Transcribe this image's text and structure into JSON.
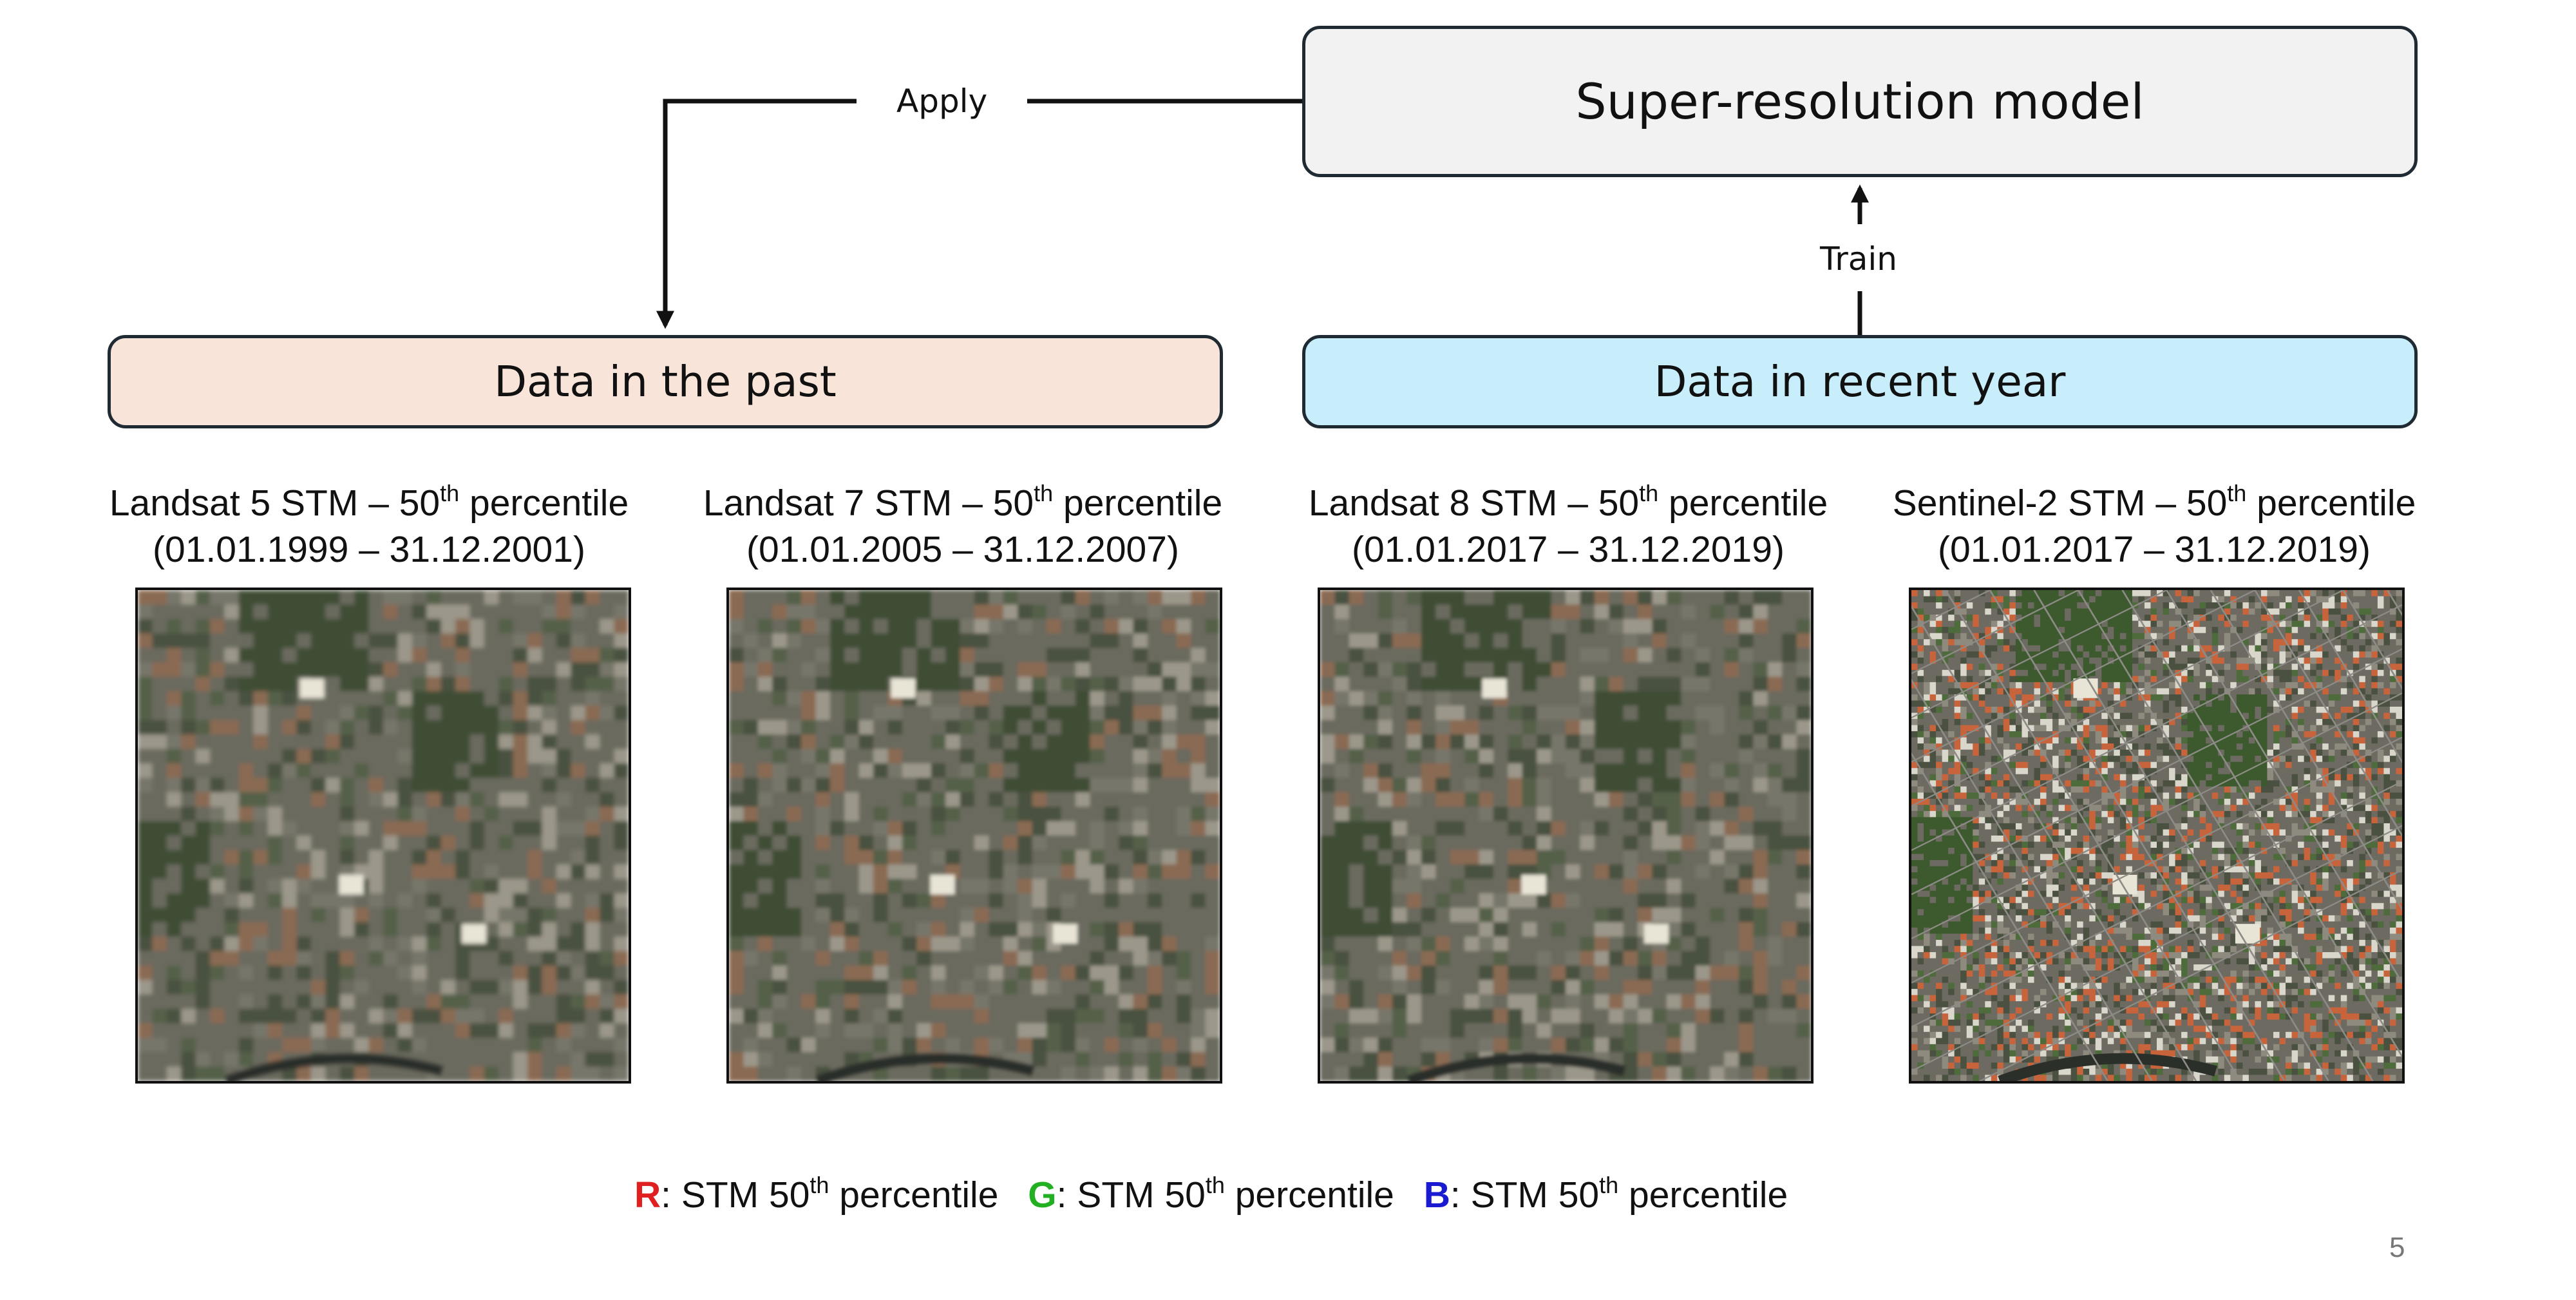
{
  "diagram": {
    "model_label": "Super-resolution model",
    "past_label": "Data in the past",
    "recent_label": "Data in recent year",
    "apply_label": "Apply",
    "train_label": "Train"
  },
  "panels": [
    {
      "title_pre": "Landsat 5 STM – 50",
      "title_sup": "th",
      "title_post": " percentile",
      "dates": "(01.01.1999 – 31.12.2001)"
    },
    {
      "title_pre": "Landsat 7 STM – 50",
      "title_sup": "th",
      "title_post": " percentile",
      "dates": "(01.01.2005 – 31.12.2007)"
    },
    {
      "title_pre": "Landsat 8 STM – 50",
      "title_sup": "th",
      "title_post": " percentile",
      "dates": "(01.01.2017 – 31.12.2019)"
    },
    {
      "title_pre": "Sentinel-2 STM – 50",
      "title_sup": "th",
      "title_post": " percentile",
      "dates": "(01.01.2017 – 31.12.2019)"
    }
  ],
  "legend": [
    {
      "channel": "R",
      "color": "#e02020",
      "pre": ": STM 50",
      "sup": "th",
      "post": " percentile"
    },
    {
      "channel": "G",
      "color": "#22b022",
      "pre": ": STM 50",
      "sup": "th",
      "post": " percentile"
    },
    {
      "channel": "B",
      "color": "#1a1ad0",
      "pre": ": STM 50",
      "sup": "th",
      "post": " percentile"
    }
  ],
  "page_number": "5",
  "colors": {
    "model_fill": "#f2f2f2",
    "past_fill": "#f9e4d9",
    "recent_fill": "#c9eefb",
    "border": "#1f2a33"
  }
}
